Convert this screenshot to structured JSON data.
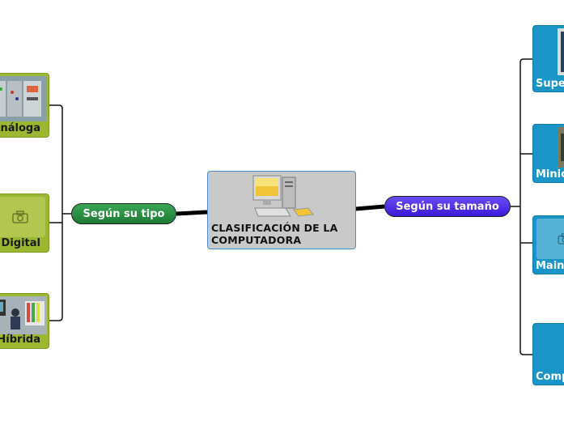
{
  "central": {
    "title": "CLASIFICACIÓN DE LA COMPUTADORA",
    "image": "computer-icon"
  },
  "branches": {
    "left": {
      "label": "Según su tipo",
      "color": "#2b9447",
      "items": [
        {
          "label": "Análoga",
          "image": "control-panel-photo"
        },
        {
          "label": "Digital",
          "image": "camera-icon"
        },
        {
          "label": "Híbrida",
          "image": "operator-console-photo"
        }
      ]
    },
    "right": {
      "label": "Según su tamaño",
      "color": "#4a2fe8",
      "items": [
        {
          "label": "Supe",
          "image": "server-photo"
        },
        {
          "label": "Minic",
          "image": "machine-photo"
        },
        {
          "label": "Main",
          "image": "camera-icon"
        },
        {
          "label": "Comp",
          "image": ""
        }
      ]
    }
  },
  "colors": {
    "leaf_left": "#9cb830",
    "leaf_right": "#1a95c8",
    "central_bg": "#c9c9c9"
  }
}
